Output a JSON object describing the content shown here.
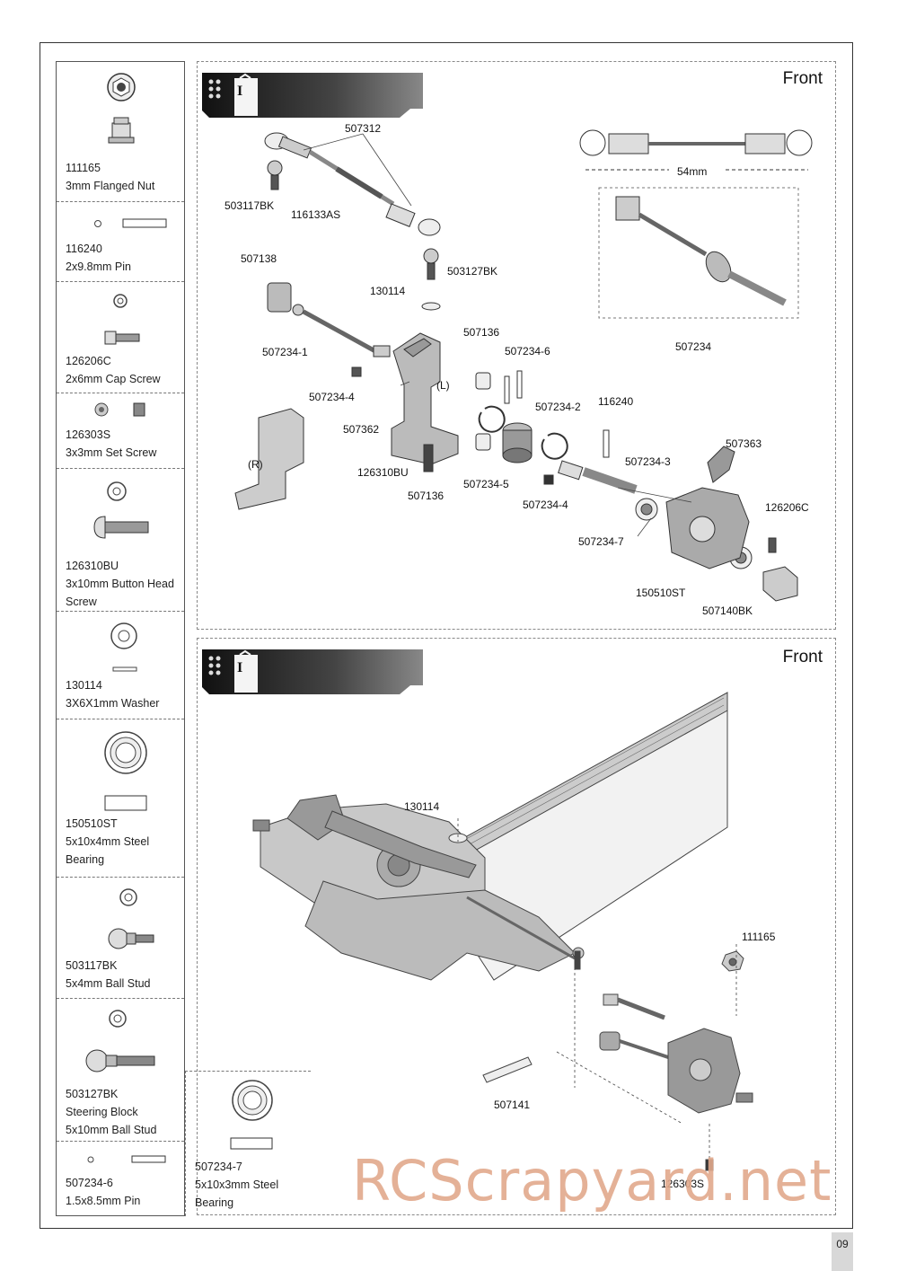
{
  "sidebar": {
    "parts": [
      {
        "code": "111165",
        "desc": "3mm Flanged Nut"
      },
      {
        "code": "116240",
        "desc": "2x9.8mm Pin"
      },
      {
        "code": "126206C",
        "desc": "2x6mm Cap Screw"
      },
      {
        "code": "126303S",
        "desc": "3x3mm Set Screw"
      },
      {
        "code": "126310BU",
        "desc": "3x10mm Button Head\nScrew"
      },
      {
        "code": "130114",
        "desc": "3X6X1mm Washer"
      },
      {
        "code": "150510ST",
        "desc": "5x10x4mm Steel\nBearing"
      },
      {
        "code": "503117BK",
        "desc": "5x4mm Ball Stud"
      },
      {
        "code": "503127BK",
        "desc": "Steering Block\n5x10mm Ball Stud"
      },
      {
        "code": "507234-6",
        "desc": "1.5x8.5mm Pin"
      }
    ],
    "extra": {
      "code": "507234-7",
      "desc": "5x10x3mm Steel\nBearing"
    }
  },
  "step1": {
    "front": "Front",
    "step_letter": "I",
    "dimension": "54mm",
    "labels": {
      "l507312": "507312",
      "l503117BK": "503117BK",
      "l116133AS": "116133AS",
      "l503127BK": "503127BK",
      "l507138": "507138",
      "l130114": "130114",
      "l507136a": "507136",
      "l507234_6": "507234-6",
      "l507234_1": "507234-1",
      "lL": "(L)",
      "l507234_4a": "507234-4",
      "l507234_2": "507234-2",
      "l116240": "116240",
      "l507362": "507362",
      "lR": "(R)",
      "l126310BU": "126310BU",
      "l507136b": "507136",
      "l507234_5": "507234-5",
      "l507234_4b": "507234-4",
      "l507234_3": "507234-3",
      "l507363": "507363",
      "l507234_7": "507234-7",
      "l126206C": "126206C",
      "l150510ST": "150510ST",
      "l507140BK": "507140BK",
      "l507234": "507234"
    }
  },
  "step2": {
    "front": "Front",
    "step_letter": "I",
    "labels": {
      "l130114": "130114",
      "l111165": "111165",
      "l507141": "507141",
      "l126303S": "126303S"
    }
  },
  "page_number": "09",
  "watermark": "RCScrapyard.net"
}
